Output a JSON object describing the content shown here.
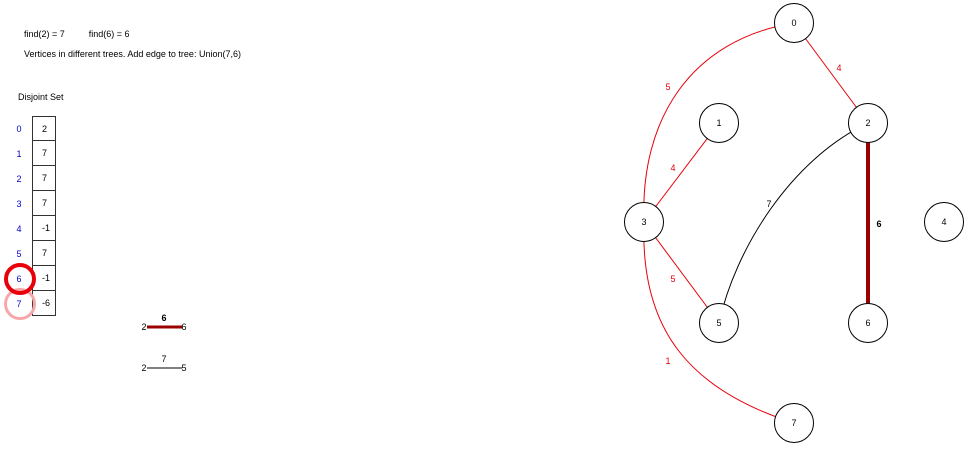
{
  "status": {
    "find_a": "find(2) = 7",
    "find_b": "find(6) = 6",
    "message": "Vertices in different trees.  Add edge to tree: Union(7,6)"
  },
  "disjoint_set": {
    "title": "Disjoint Set",
    "rows": [
      {
        "index": "0",
        "value": "2"
      },
      {
        "index": "1",
        "value": "7"
      },
      {
        "index": "2",
        "value": "7"
      },
      {
        "index": "3",
        "value": "7"
      },
      {
        "index": "4",
        "value": "-1"
      },
      {
        "index": "5",
        "value": "7"
      },
      {
        "index": "6",
        "value": "-1"
      },
      {
        "index": "7",
        "value": "-6"
      }
    ],
    "highlighted": [
      "6",
      "7"
    ]
  },
  "edge_queue": [
    {
      "from": "2",
      "to": "6",
      "weight": "6",
      "state": "current"
    },
    {
      "from": "2",
      "to": "5",
      "weight": "7",
      "state": "pending"
    }
  ],
  "graph": {
    "vertices": [
      "0",
      "1",
      "2",
      "3",
      "4",
      "5",
      "6",
      "7"
    ],
    "edges": [
      {
        "from": "0",
        "to": "2",
        "weight": "4",
        "state": "tree"
      },
      {
        "from": "0",
        "to": "3",
        "weight": "5",
        "state": "tree"
      },
      {
        "from": "1",
        "to": "3",
        "weight": "4",
        "state": "tree"
      },
      {
        "from": "3",
        "to": "5",
        "weight": "5",
        "state": "tree"
      },
      {
        "from": "3",
        "to": "7",
        "weight": "1",
        "state": "tree"
      },
      {
        "from": "2",
        "to": "5",
        "weight": "7",
        "state": "pending"
      },
      {
        "from": "2",
        "to": "6",
        "weight": "6",
        "state": "current"
      }
    ]
  },
  "colors": {
    "tree_edge": "#e8000a",
    "current_edge": "#990000",
    "pending_edge": "#000000",
    "index_text": "#0000cc",
    "ring_current": "#e8000a",
    "ring_secondary": "#f6a7a9"
  }
}
